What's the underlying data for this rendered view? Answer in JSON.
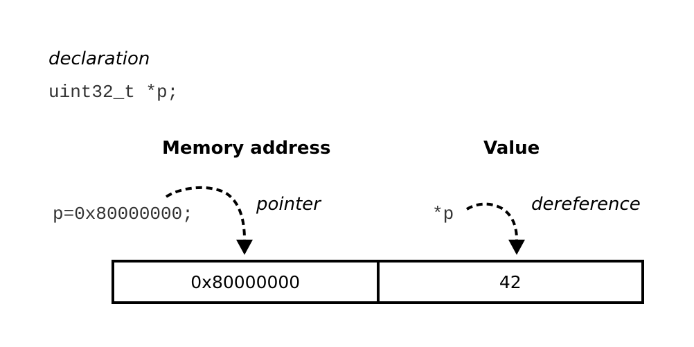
{
  "declaration": {
    "label": "declaration",
    "code": "uint32_t *p;"
  },
  "headers": {
    "address": "Memory address",
    "value": "Value"
  },
  "assignment": {
    "code": "p=0x80000000;",
    "arrow_label": "pointer"
  },
  "dereference": {
    "code": "*p",
    "arrow_label": "dereference"
  },
  "memory": {
    "address": "0x80000000",
    "value": "42"
  },
  "icons": {
    "arrows": [
      "pointer-arrow-icon",
      "dereference-arrow-icon"
    ]
  }
}
